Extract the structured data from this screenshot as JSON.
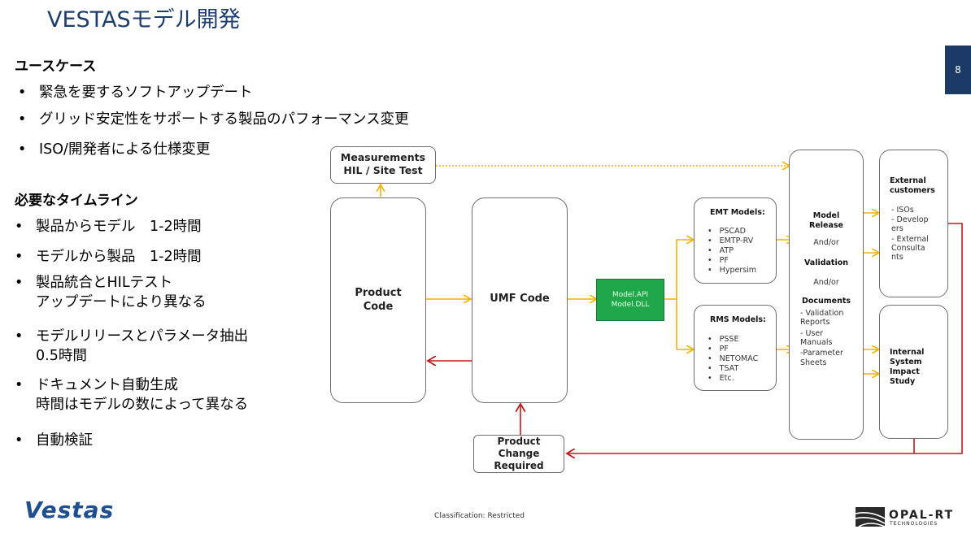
{
  "title": "VESTASモデル開発",
  "page_number": "8",
  "usecase": {
    "heading": "ユースケース",
    "items": [
      "緊急を要するソフトアップデート",
      "グリッド安定性をサポートする製品のパフォーマンス変更",
      "ISO/開発者による仕様変更"
    ]
  },
  "timeline": {
    "heading": "必要なタイムライン",
    "items": [
      {
        "line1": "製品からモデル　1-2時間",
        "line2": ""
      },
      {
        "line1": "モデルから製品　1-2時間",
        "line2": ""
      },
      {
        "line1": "製品統合とHILテスト",
        "line2": "アップデートにより異なる"
      },
      {
        "line1": "モデルリリースとパラメータ抽出",
        "line2": "0.5時間"
      },
      {
        "line1": "ドキュメント自動生成",
        "line2": "時間はモデルの数によって異なる"
      },
      {
        "line1": "自動検証",
        "line2": ""
      }
    ]
  },
  "diagram": {
    "measurements": {
      "line1": "Measurements",
      "line2": "HIL / Site Test"
    },
    "product_code": {
      "line1": "Product",
      "line2": "Code"
    },
    "umf_code": "UMF Code",
    "model_api": {
      "line1": "Model.API",
      "line2": "Model.DLL"
    },
    "product_change": {
      "line1": "Product",
      "line2": "Change",
      "line3": "Required"
    },
    "emt": {
      "title": "EMT Models:",
      "items": [
        "PSCAD",
        "EMTP-RV",
        "ATP",
        "PF",
        "Hypersim"
      ]
    },
    "rms": {
      "title": "RMS Models:",
      "items": [
        "PSSE",
        "PF",
        "NETOMAC",
        "TSAT",
        "Etc."
      ]
    },
    "release": {
      "model": "Model",
      "release": "Release",
      "andor1": "And/or",
      "validation": "Validation",
      "andor2": "And/or",
      "documents": "Documents",
      "doc_lines": [
        "-   Validation",
        "     Reports",
        "-   User",
        "     Manuals",
        "-Parameter",
        "Sheets"
      ]
    },
    "external": {
      "title1": "External",
      "title2": "customers",
      "lines": [
        "-    ISOs",
        "-    Develop",
        "      ers",
        "-    External",
        "      Consulta",
        "      nts"
      ]
    },
    "internal": {
      "lines": [
        "Internal",
        "System",
        "Impact",
        "Study"
      ]
    }
  },
  "footer": {
    "brand": "Vestas",
    "classification": "Classification: Restricted",
    "partner": "OPAL-RT",
    "partner_sub": "TECHNOLOGIES"
  },
  "colors": {
    "title": "#1d3d6b",
    "arrow_yellow": "#f0b400",
    "arrow_red": "#c0181e",
    "green": "#1ea84a",
    "page_tab": "#1b3a66"
  }
}
